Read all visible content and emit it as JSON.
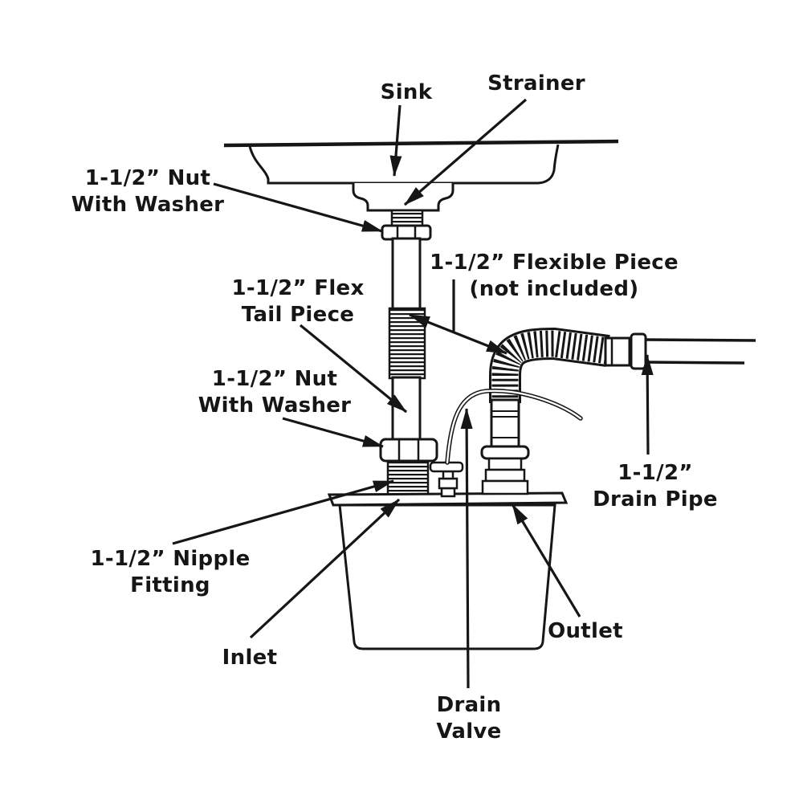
{
  "colors": {
    "ink": "#161616",
    "paper": "#ffffff"
  },
  "labels": {
    "sink": {
      "text": "Sink"
    },
    "strainer": {
      "text": "Strainer"
    },
    "nut_with_washer_top": {
      "line1": "1-1/2” Nut",
      "line2": "With Washer"
    },
    "flex_tail_piece": {
      "line1": "1-1/2” Flex",
      "line2": "Tail Piece"
    },
    "flexible_piece": {
      "line1": "1-1/2” Flexible Piece",
      "line2": "(not included)"
    },
    "nut_with_washer_middle": {
      "line1": "1-1/2” Nut",
      "line2": "With Washer"
    },
    "drain_pipe": {
      "line1": "1-1/2”",
      "line2": "Drain Pipe"
    },
    "nipple_fitting": {
      "line1": "1-1/2” Nipple",
      "line2": "Fitting"
    },
    "inlet": {
      "text": "Inlet"
    },
    "outlet": {
      "text": "Outlet"
    },
    "drain_valve": {
      "line1": "Drain",
      "line2": "Valve"
    }
  }
}
